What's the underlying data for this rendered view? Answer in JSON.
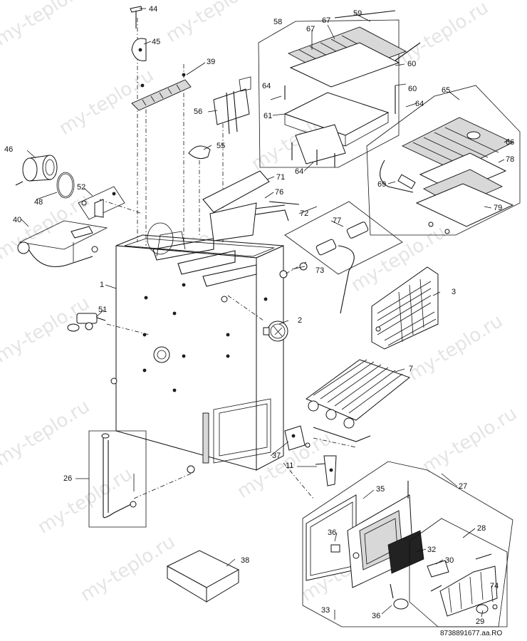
{
  "watermark": "my-teplo.ru",
  "drawing_code": "8738891677.aa.RO",
  "labels": {
    "l1": "1",
    "l2": "2",
    "l3": "3",
    "l7": "7",
    "l11": "11",
    "l26": "26",
    "l27": "27",
    "l28": "28",
    "l29": "29",
    "l30": "30",
    "l32": "32",
    "l33": "33",
    "l35": "35",
    "l36a": "36",
    "l36b": "36",
    "l37": "37",
    "l38": "38",
    "l39": "39",
    "l40": "40",
    "l44": "44",
    "l45": "45",
    "l46": "46",
    "l48": "48",
    "l51": "51",
    "l52": "52",
    "l55": "55",
    "l56": "56",
    "l58": "58",
    "l59": "59",
    "l60a": "60",
    "l60b": "60",
    "l61": "61",
    "l64a": "64",
    "l64b": "64",
    "l64c": "64",
    "l65": "65",
    "l66": "66",
    "l67a": "67",
    "l67b": "67",
    "l69": "69",
    "l71": "71",
    "l72": "72",
    "l73": "73",
    "l74": "74",
    "l76": "76",
    "l77": "77",
    "l78": "78",
    "l79": "79"
  }
}
